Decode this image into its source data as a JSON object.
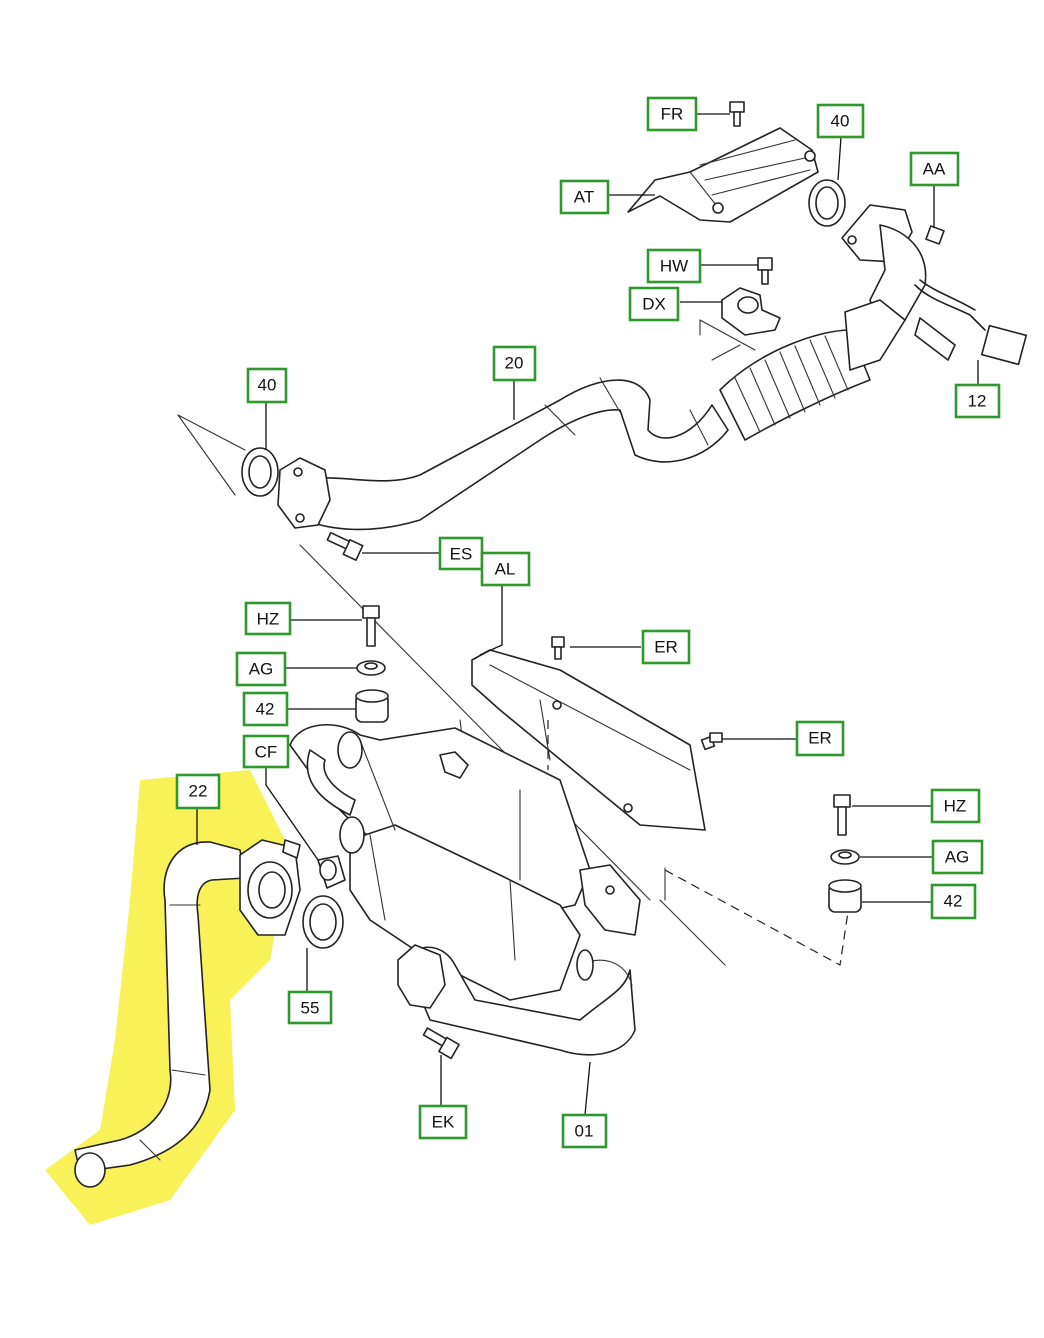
{
  "highlight_color": "#f7ee3a",
  "label_border_color": "#2e9a2e",
  "labels": {
    "fr": "FR",
    "n40_top": "40",
    "aa": "AA",
    "at": "AT",
    "hw": "HW",
    "dx": "DX",
    "n20": "20",
    "n40_left": "40",
    "n12": "12",
    "es": "ES",
    "al": "AL",
    "hz_left": "HZ",
    "er_top": "ER",
    "ag_left": "AG",
    "n42_left": "42",
    "er_mid": "ER",
    "cf": "CF",
    "n22": "22",
    "hz_right": "HZ",
    "ag_right": "AG",
    "n42_right": "42",
    "n55": "55",
    "ek": "EK",
    "n01": "01"
  }
}
